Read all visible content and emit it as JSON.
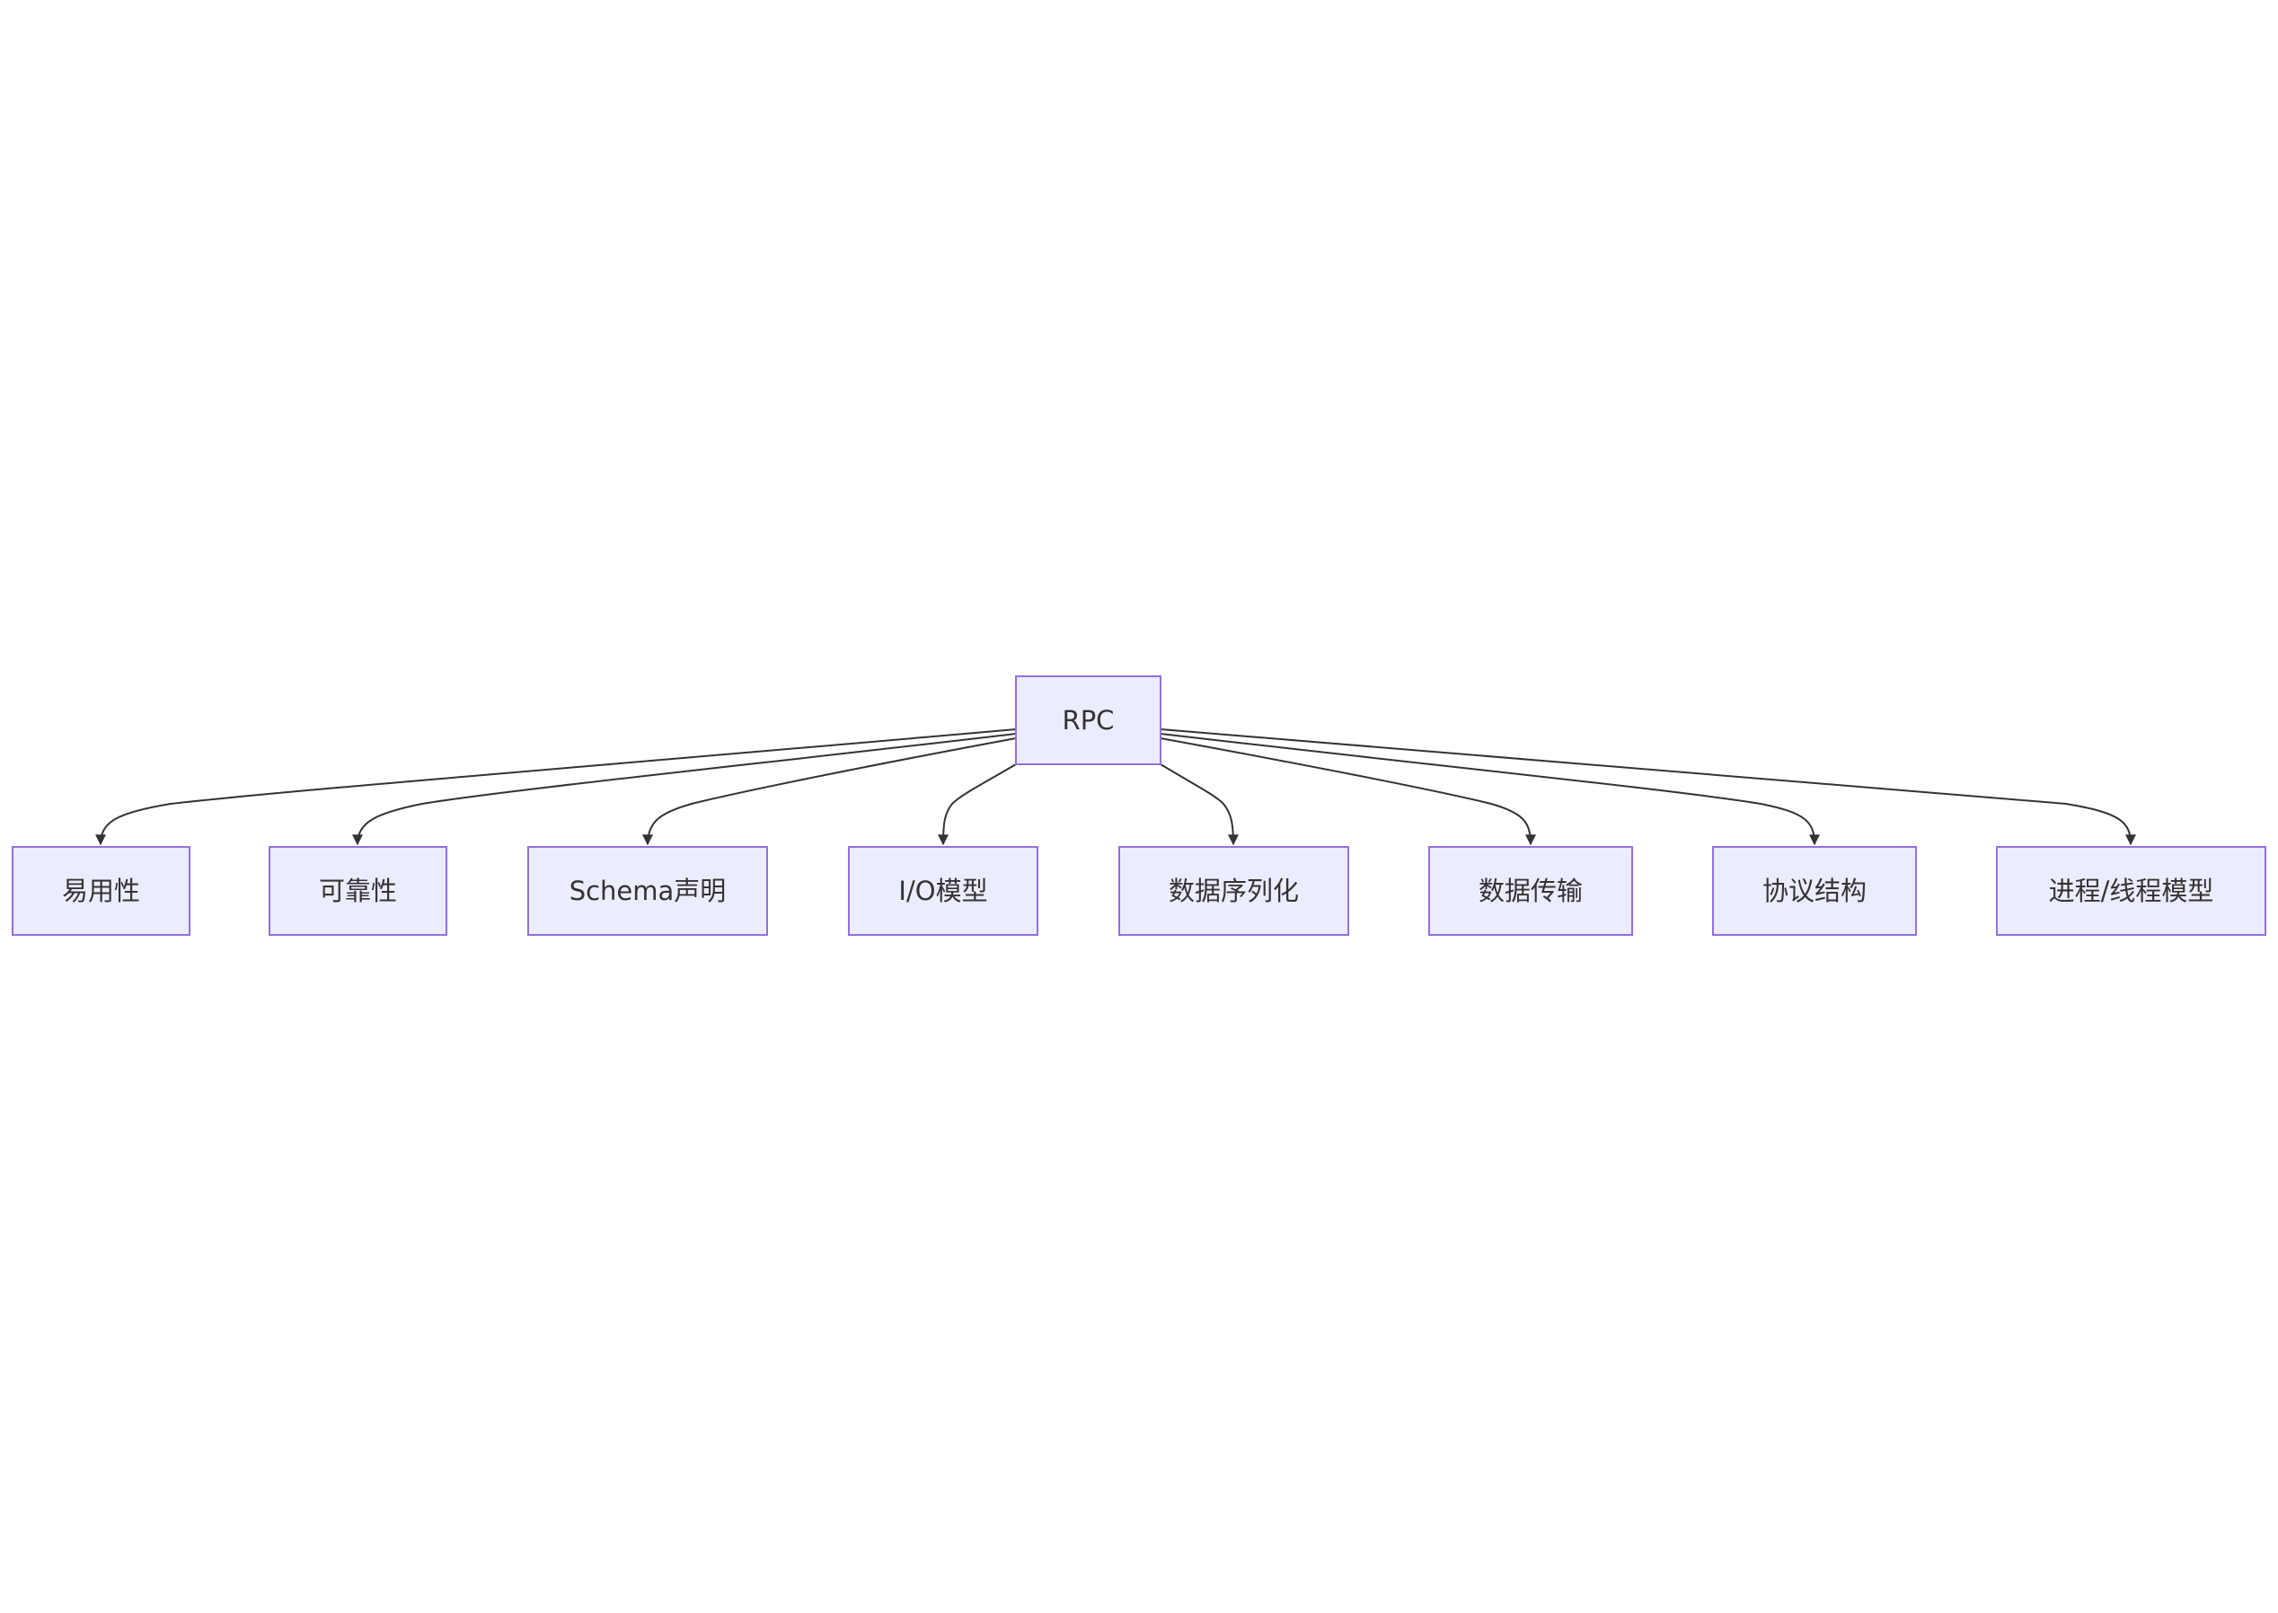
{
  "diagram": {
    "type": "flowchart",
    "root": {
      "id": "rpc",
      "label": "RPC"
    },
    "children": [
      {
        "id": "usability",
        "label": "易用性"
      },
      {
        "id": "reliability",
        "label": "可靠性"
      },
      {
        "id": "schema",
        "label": "Schema声明"
      },
      {
        "id": "io-model",
        "label": "I/O模型"
      },
      {
        "id": "serialization",
        "label": "数据序列化"
      },
      {
        "id": "transport",
        "label": "数据传输"
      },
      {
        "id": "protocol",
        "label": "协议结构"
      },
      {
        "id": "threading",
        "label": "进程/线程模型"
      }
    ],
    "edges": [
      {
        "from": "rpc",
        "to": "usability"
      },
      {
        "from": "rpc",
        "to": "reliability"
      },
      {
        "from": "rpc",
        "to": "schema"
      },
      {
        "from": "rpc",
        "to": "io-model"
      },
      {
        "from": "rpc",
        "to": "serialization"
      },
      {
        "from": "rpc",
        "to": "transport"
      },
      {
        "from": "rpc",
        "to": "protocol"
      },
      {
        "from": "rpc",
        "to": "threading"
      }
    ],
    "colors": {
      "node_fill": "#ECECFF",
      "node_stroke": "#9370DB",
      "edge": "#333333",
      "text": "#333333"
    }
  }
}
